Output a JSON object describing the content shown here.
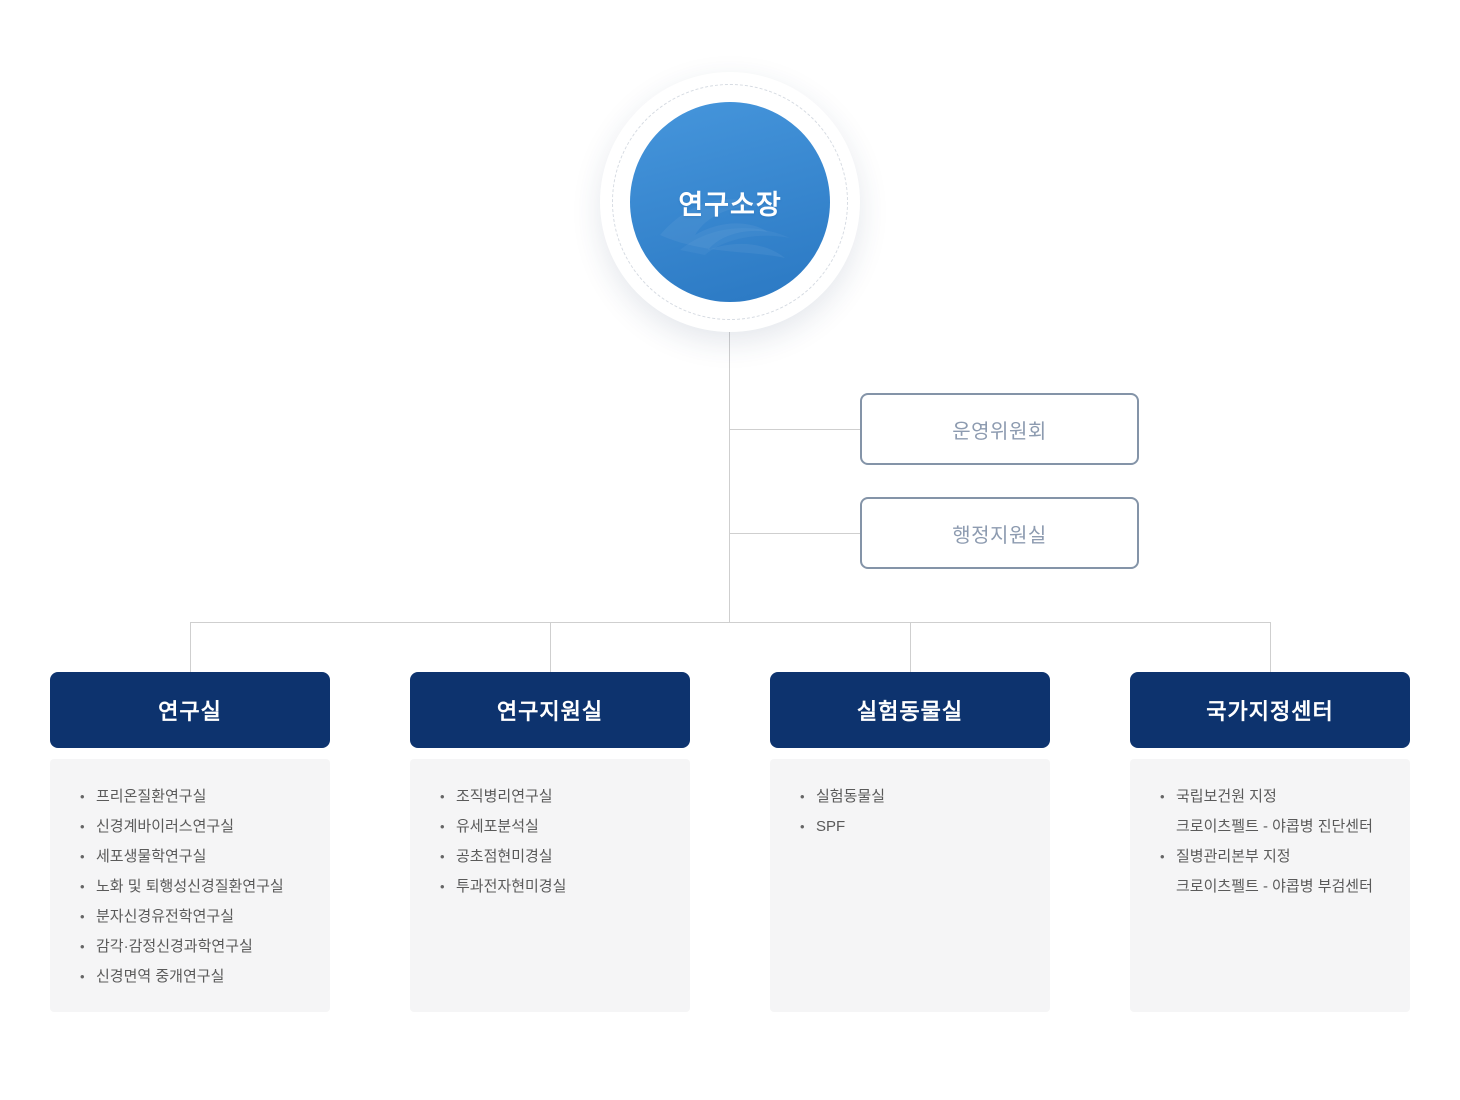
{
  "org_chart": {
    "root": {
      "label": "연구소장"
    },
    "committees": [
      {
        "label": "운영위원회"
      },
      {
        "label": "행정지원실"
      }
    ],
    "departments": [
      {
        "title": "연구실",
        "items": [
          {
            "text": "프리온질환연구실"
          },
          {
            "text": "신경계바이러스연구실"
          },
          {
            "text": "세포생물학연구실"
          },
          {
            "text": "노화 및 퇴행성신경질환연구실"
          },
          {
            "text": "분자신경유전학연구실"
          },
          {
            "text": "감각·감정신경과학연구실"
          },
          {
            "text": "신경면역 중개연구실"
          }
        ]
      },
      {
        "title": "연구지원실",
        "items": [
          {
            "text": "조직병리연구실"
          },
          {
            "text": "유세포분석실"
          },
          {
            "text": "공초점현미경실"
          },
          {
            "text": "투과전자현미경실"
          }
        ]
      },
      {
        "title": "실험동물실",
        "items": [
          {
            "text": "실험동물실"
          },
          {
            "text": "SPF"
          }
        ]
      },
      {
        "title": "국가지정센터",
        "items": [
          {
            "text": "국립보건원 지정",
            "sub": "크로이츠펠트 - 야콥병 진단센터"
          },
          {
            "text": "질병관리본부 지정",
            "sub": "크로이츠펠트 - 야콥병 부검센터"
          }
        ]
      }
    ]
  },
  "icons": {
    "bullet": "•"
  },
  "colors": {
    "header_navy": "#0d336e",
    "circle_blue_top": "#4696dc",
    "circle_blue_bottom": "#2d7bc5",
    "box_border": "#8494a8",
    "box_text": "#8d9bb0",
    "connector": "#cfcfcf",
    "panel_bg": "#f5f5f6",
    "item_text": "#5a5a5a"
  }
}
